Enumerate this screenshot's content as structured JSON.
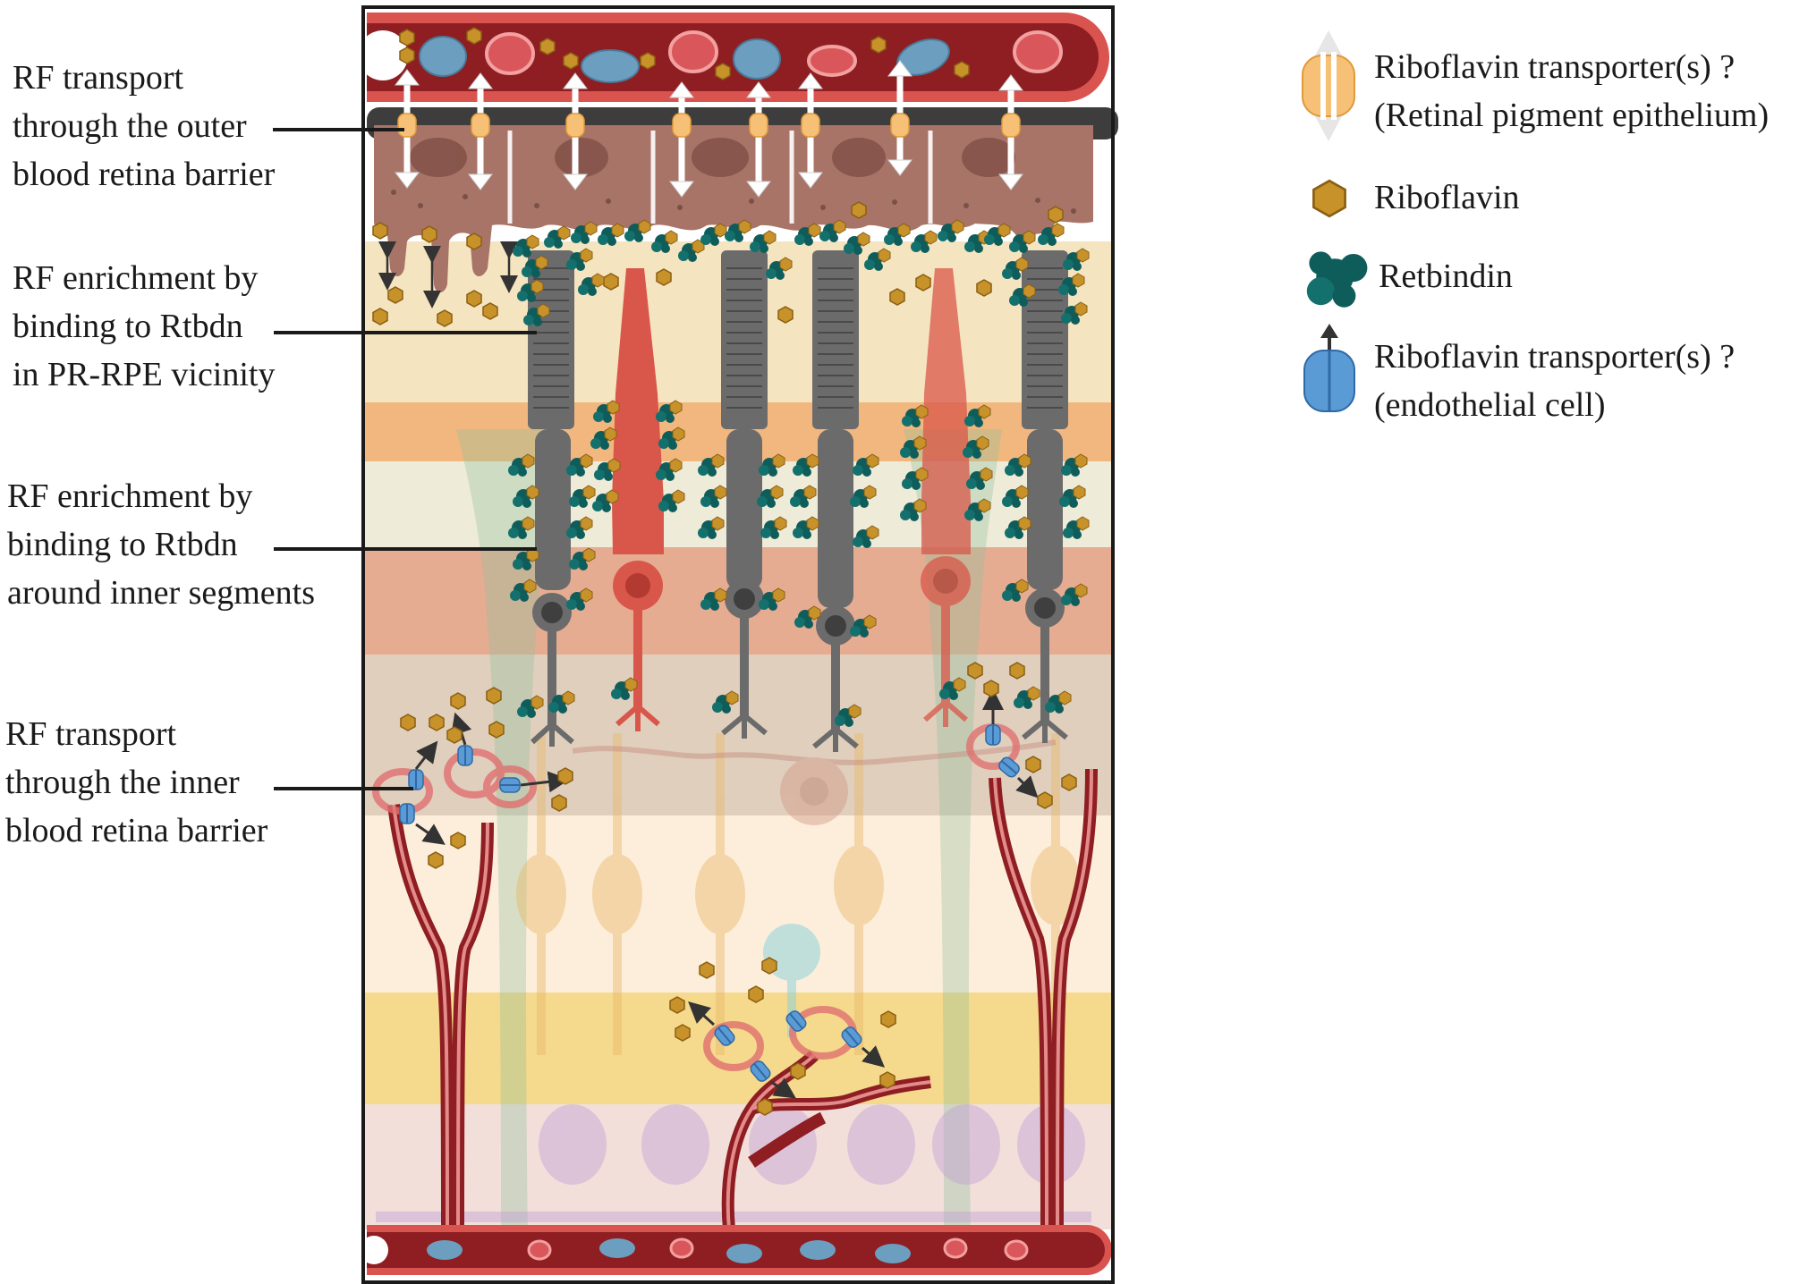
{
  "annotations": [
    {
      "lines": [
        "RF transport",
        "through the outer",
        "blood retina barrier"
      ]
    },
    {
      "lines": [
        "RF enrichment by",
        "binding to Rtbdn",
        "in PR-RPE vicinity"
      ]
    },
    {
      "lines": [
        "RF enrichment by",
        "binding to Rtbdn",
        "around inner segments"
      ]
    },
    {
      "lines": [
        "RF transport",
        "through the inner",
        "blood retina barrier"
      ]
    }
  ],
  "legend": {
    "rpe_transporter": {
      "line1": "Riboflavin transporter(s) ?",
      "line2": "(Retinal pigment epithelium)",
      "icon": "rpe-transporter-icon"
    },
    "riboflavin": {
      "label": "Riboflavin",
      "icon": "riboflavin-hexagon-icon"
    },
    "retbindin": {
      "label": "Retbindin",
      "icon": "retbindin-protein-icon"
    },
    "endo_transporter": {
      "line1": "Riboflavin transporter(s) ?",
      "line2": "(endothelial cell)",
      "icon": "endothelial-transporter-icon"
    }
  },
  "colors": {
    "vessel": "#8e1e22",
    "vessel_wall": "#d9534f",
    "rpe": "#a87468",
    "rod": "#6b6b6b",
    "cone": "#d9574a",
    "retbindin": "#0f5d5b",
    "riboflavin": "#c8922a",
    "transporter_blue": "#5b9bd5",
    "transporter_orange": "#f6c177"
  }
}
